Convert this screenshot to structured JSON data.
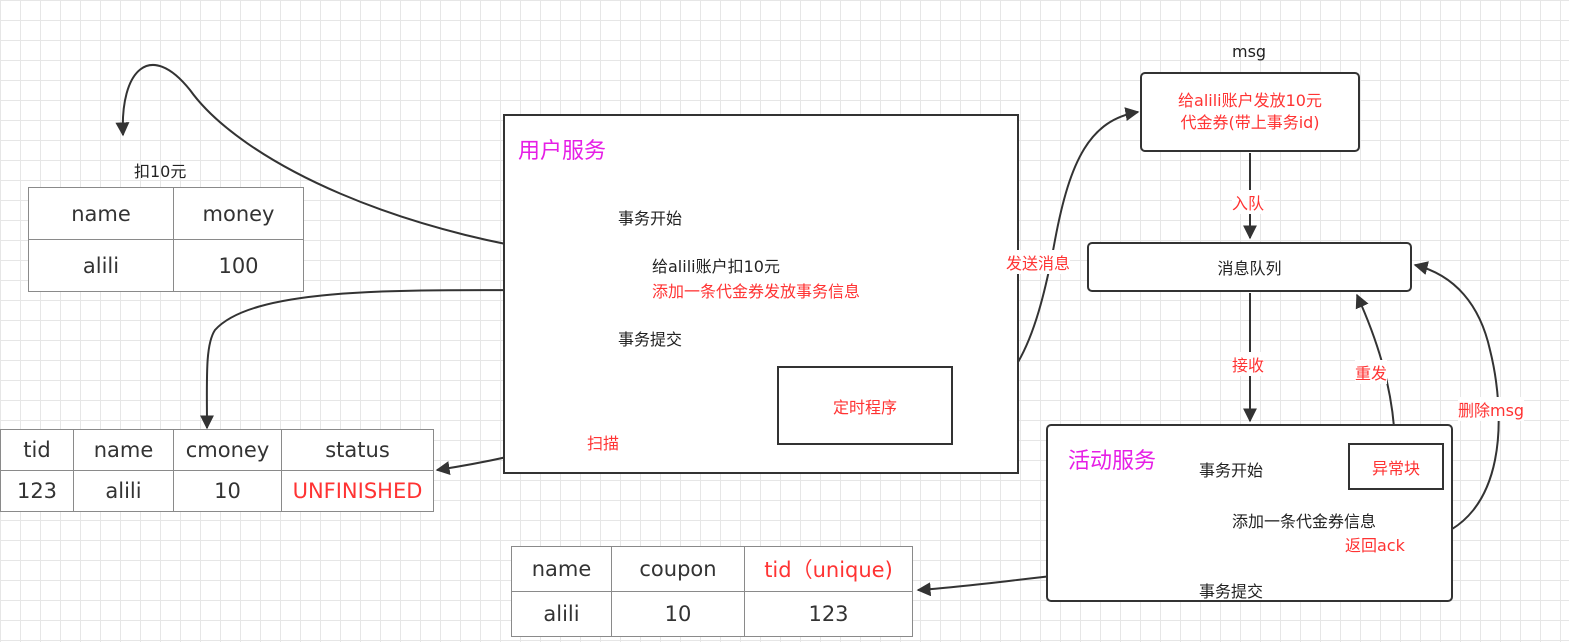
{
  "user_service": {
    "title": "用户服务",
    "tx_begin": "事务开始",
    "deduct": "给alili账户扣10元",
    "add_record": "添加一条代金券发放事务信息",
    "tx_commit": "事务提交",
    "timer": "定时程序"
  },
  "msg": {
    "label": "msg",
    "content_line1": "给alili账户发放10元",
    "content_line2": "代金券(带上事务id)"
  },
  "queue": {
    "label": "消息队列"
  },
  "activity_service": {
    "title": "活动服务",
    "tx_begin": "事务开始",
    "exception": "异常块",
    "add_coupon": "添加一条代金券信息",
    "return_ack": "返回ack",
    "tx_commit": "事务提交"
  },
  "edge_labels": {
    "enqueue": "入队",
    "send_msg": "发送消息",
    "receive": "接收",
    "resend": "重发",
    "delete_msg": "删除msg",
    "scan": "扫描",
    "deduct_10": "扣10元"
  },
  "account_table": {
    "headers": [
      "name",
      "money"
    ],
    "rows": [
      [
        "alili",
        "100"
      ]
    ]
  },
  "tx_table": {
    "headers": [
      "tid",
      "name",
      "cmoney",
      "status"
    ],
    "rows": [
      [
        "123",
        "alili",
        "10",
        "UNFINISHED"
      ]
    ]
  },
  "coupon_table": {
    "headers": [
      "name",
      "coupon",
      "tid（unique)"
    ],
    "rows": [
      [
        "alili",
        "10",
        "123"
      ]
    ]
  },
  "colors": {
    "accent_red": "#ff3333",
    "title_magenta": "#e61ee6",
    "stroke": "#333333"
  }
}
